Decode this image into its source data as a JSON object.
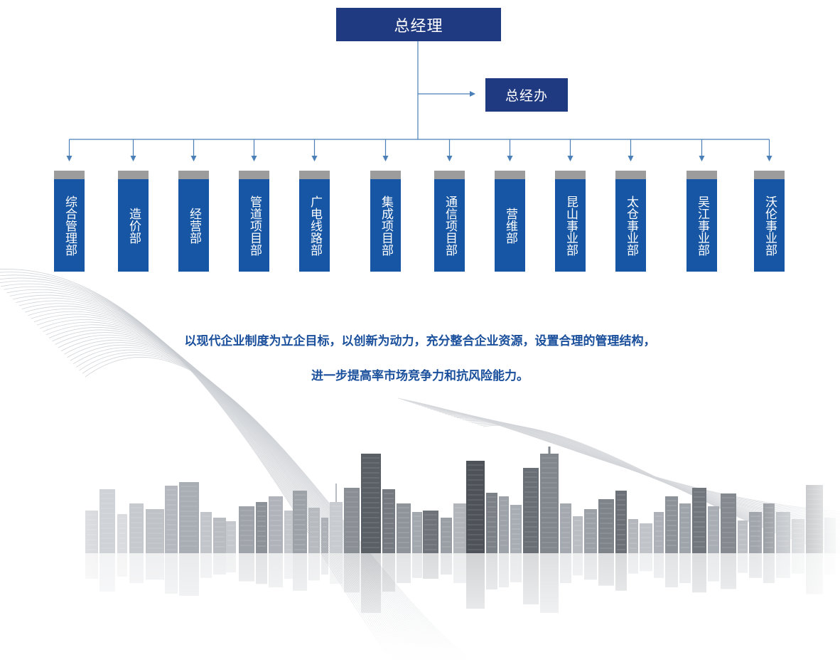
{
  "org": {
    "top": "总经理",
    "office": "总经办",
    "departments": [
      "综合管理部",
      "造价部",
      "经营部",
      "管道项目部",
      "广电线路部",
      "集成项目部",
      "通信项目部",
      "营维部",
      "昆山事业部",
      "太仓事业部",
      "吴江事业部",
      "沃伦事业部"
    ]
  },
  "slogan": {
    "line1": "以现代企业制度为立企目标，以创新为动力，充分整合企业资源，设置合理的管理结构，",
    "line2": "进一步提高率市场竞争力和抗风险能力。"
  },
  "colors": {
    "top_box": "#1f3a80",
    "dept_box": "#1656a4",
    "dept_cap": "#9c9c9c",
    "connector": "#4a7fb8",
    "slogan_text": "#1a4f9c"
  }
}
